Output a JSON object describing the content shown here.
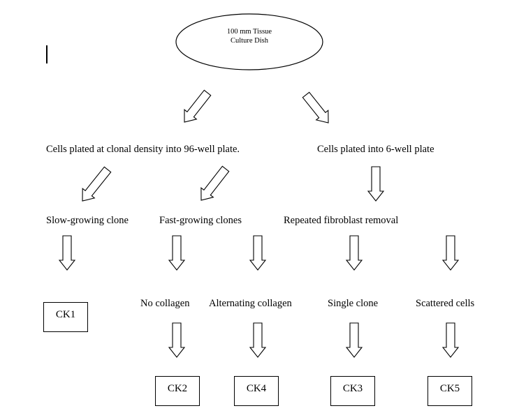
{
  "root": {
    "label_line1": "100 mm Tissue",
    "label_line2": "Culture Dish"
  },
  "level1": {
    "left": "Cells plated at clonal density into 96-well plate.",
    "right": "Cells plated into 6-well plate"
  },
  "level2": {
    "slow": "Slow-growing clone",
    "fast": "Fast-growing clones",
    "fibro": "Repeated fibroblast removal"
  },
  "level3": {
    "no_collagen": "No collagen",
    "alt_collagen": "Alternating collagen",
    "single_clone": "Single clone",
    "scattered": "Scattered cells"
  },
  "outputs": {
    "ck1": "CK1",
    "ck2": "CK2",
    "ck3": "CK3",
    "ck4": "CK4",
    "ck5": "CK5"
  },
  "colors": {
    "line": "#000000",
    "background": "#ffffff"
  }
}
